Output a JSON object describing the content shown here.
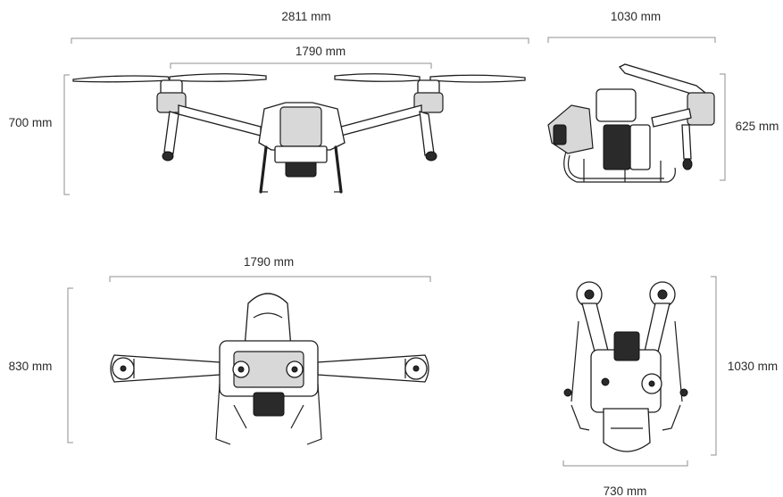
{
  "dimensions": {
    "front_overall_width": "2811 mm",
    "front_rotor_span": "1790 mm",
    "front_height": "700 mm",
    "side_length": "1030 mm",
    "side_height": "625 mm",
    "top_rotor_span": "1790 mm",
    "top_depth": "830 mm",
    "folded_length": "1030 mm",
    "folded_width": "730 mm"
  }
}
